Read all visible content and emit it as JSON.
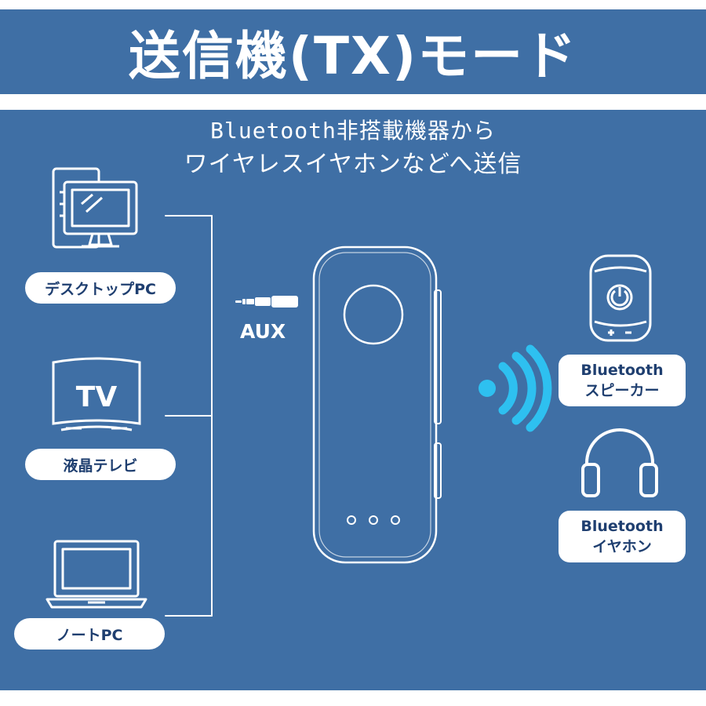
{
  "header": {
    "title": "送信機(TX)モード"
  },
  "intro": {
    "line1": "Bluetooth非搭載機器から",
    "line2": "ワイヤレスイヤホンなどへ送信"
  },
  "sources": [
    {
      "label": "デスクトップPC",
      "icon": "desktop-pc-icon"
    },
    {
      "label": "液晶テレビ",
      "icon": "tv-icon"
    },
    {
      "label": "ノートPC",
      "icon": "laptop-icon"
    }
  ],
  "tv_icon_text": "TV",
  "aux": {
    "label": "AUX"
  },
  "targets": [
    {
      "line1": "Bluetooth",
      "line2": "スピーカー",
      "icon": "speaker-icon"
    },
    {
      "line1": "Bluetooth",
      "line2": "イヤホン",
      "icon": "headphones-icon"
    }
  ],
  "colors": {
    "background": "#3f6fa5",
    "accent_signal": "#2ec0f0",
    "label_text": "#1f3f70"
  }
}
